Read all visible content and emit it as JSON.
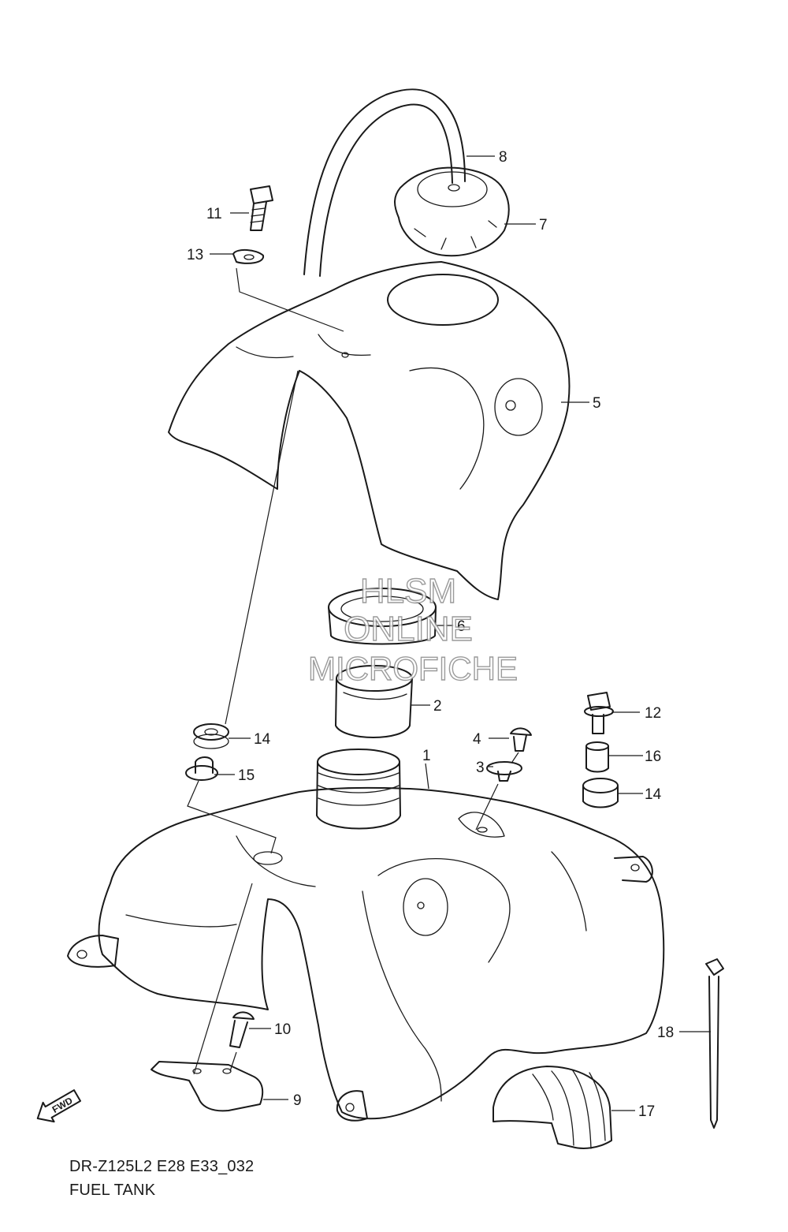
{
  "diagram": {
    "model_code": "DR-Z125L2 E28 E33_032",
    "title": "FUEL TANK",
    "fwd_label": "FWD",
    "watermark": [
      "HLSM",
      "ONLINE",
      "MICROFICHE"
    ],
    "callouts": [
      "1",
      "2",
      "3",
      "4",
      "5",
      "6",
      "7",
      "8",
      "9",
      "10",
      "11",
      "12",
      "13",
      "14",
      "14",
      "15",
      "16",
      "17",
      "18"
    ]
  }
}
